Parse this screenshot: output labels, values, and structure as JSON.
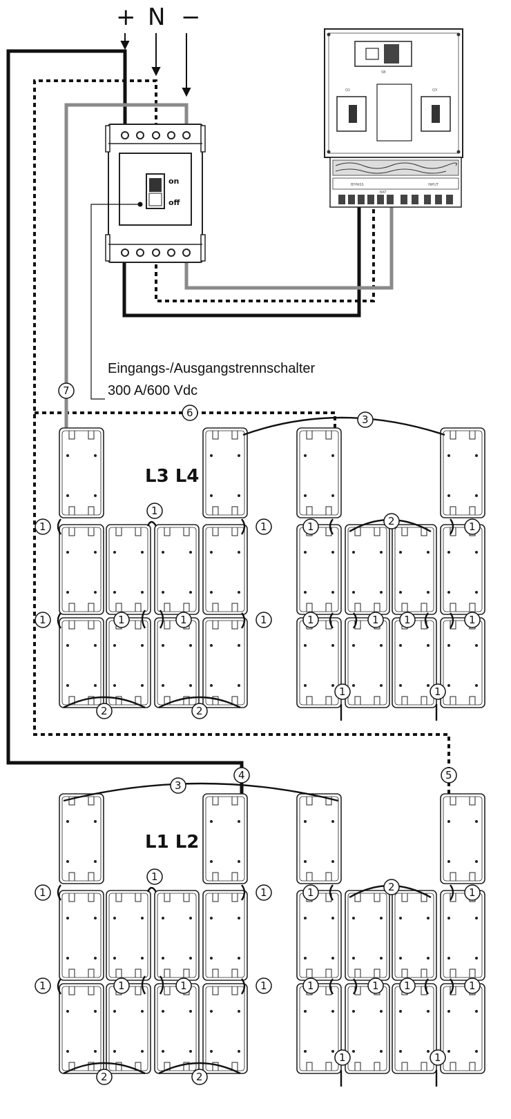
{
  "terminals": {
    "plus": "+",
    "neutral": "N",
    "minus": "−"
  },
  "switch": {
    "on_label": "on",
    "off_label": "off",
    "description_line1": "Eingangs-/Ausgangstrennschalter",
    "description_line2": "300 A/600 Vdc"
  },
  "banks": {
    "upper": "L3 L4",
    "lower": "L1 L2"
  },
  "callouts": {
    "c1": "1",
    "c2": "2",
    "c3": "3",
    "c4": "4",
    "c5": "5",
    "c6": "6",
    "c7": "7"
  },
  "colors": {
    "wire_positive": "#111111",
    "wire_neutral_dotted": "#111111",
    "wire_negative": "#8a8a8a",
    "outline": "#222222",
    "background": "#ffffff"
  }
}
